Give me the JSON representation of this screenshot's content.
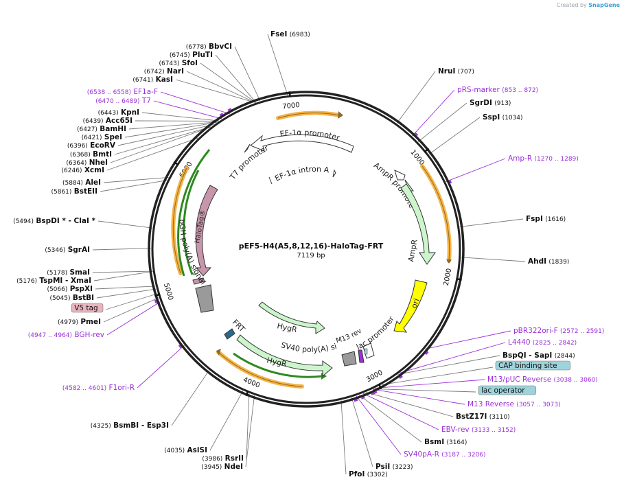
{
  "credit": {
    "prefix": "Created by",
    "brand": "SnapGene"
  },
  "plasmid": {
    "name": "pEF5-H4(A5,8,12,16)-HaloTag-FRT",
    "size_label": "7119 bp",
    "length": 7119
  },
  "colors": {
    "backbone": "#222222",
    "enzyme_leader": "#7a7a7a",
    "primer": "#9b30d9",
    "feature_outline": "#333333",
    "promoter_fill": "#ffffff",
    "amp_fill": "#ccf5cc",
    "ori_fill": "#ffff00",
    "halotag_fill": "#c896aa",
    "orf_highlight": "#f5a623",
    "orf_line": "#2d8a1e",
    "terminator_fill": "#9a9a9a",
    "misc_box": "#9ed3dc"
  },
  "ticks": [
    {
      "label": "1000"
    },
    {
      "label": "2000"
    },
    {
      "label": "3000"
    },
    {
      "label": "4000"
    },
    {
      "label": "5000"
    },
    {
      "label": "6000"
    },
    {
      "label": "7000"
    }
  ],
  "features": {
    "ef1a_promoter": "EF-1α promoter",
    "t7_promoter": "T7 promoter",
    "ef1a_intron": "EF-1α intron A",
    "ampr_promoter": "AmpR promoter",
    "ampr": "AmpR",
    "ori": "ori",
    "halotag": "HaloTag®",
    "bgh": "bGH poly(A) signal",
    "hygr_1": "HygR",
    "hygr_2": "HygR",
    "frt": "FRT",
    "sv40": "SV40 poly(A) signal",
    "m13rev": "M13 rev",
    "lac_promoter": "lac promoter"
  },
  "left_labels": [
    {
      "pos": "(6778)",
      "name": "BbvCI",
      "kind": "enzyme"
    },
    {
      "pos": "(6745)",
      "name": "PluTI",
      "kind": "enzyme"
    },
    {
      "pos": "(6743)",
      "name": "SfoI",
      "kind": "enzyme"
    },
    {
      "pos": "(6742)",
      "name": "NarI",
      "kind": "enzyme"
    },
    {
      "pos": "(6741)",
      "name": "KasI",
      "kind": "enzyme"
    },
    {
      "pos": "(6538 .. 6558)",
      "name": "EF1a-F",
      "kind": "primer"
    },
    {
      "pos": "(6470 .. 6489)",
      "name": "T7",
      "kind": "primer"
    },
    {
      "pos": "(6443)",
      "name": "KpnI",
      "kind": "enzyme"
    },
    {
      "pos": "(6439)",
      "name": "Acc65I",
      "kind": "enzyme"
    },
    {
      "pos": "(6427)",
      "name": "BamHI",
      "kind": "enzyme"
    },
    {
      "pos": "(6421)",
      "name": "SpeI",
      "kind": "enzyme"
    },
    {
      "pos": "(6396)",
      "name": "EcoRV",
      "kind": "enzyme"
    },
    {
      "pos": "(6368)",
      "name": "BmtI",
      "kind": "enzyme"
    },
    {
      "pos": "(6364)",
      "name": "NheI",
      "kind": "enzyme"
    },
    {
      "pos": "(6246)",
      "name": "XcmI",
      "kind": "enzyme"
    },
    {
      "pos": "(5884)",
      "name": "AleI",
      "kind": "enzyme"
    },
    {
      "pos": "(5861)",
      "name": "BstEII",
      "kind": "enzyme"
    },
    {
      "pos": "(5494)",
      "name": "BspDI *  - ClaI *",
      "kind": "enzyme"
    },
    {
      "pos": "(5346)",
      "name": "SgrAI",
      "kind": "enzyme"
    },
    {
      "pos": "(5178)",
      "name": "SmaI",
      "kind": "enzyme"
    },
    {
      "pos": "(5176)",
      "name": "TspMI   - XmaI",
      "kind": "enzyme"
    },
    {
      "pos": "(5066)",
      "name": "PspXI",
      "kind": "enzyme"
    },
    {
      "pos": "(5045)",
      "name": "BstBI",
      "kind": "enzyme"
    },
    {
      "pos": "",
      "name": "V5 tag",
      "kind": "box"
    },
    {
      "pos": "(4979)",
      "name": "PmeI",
      "kind": "enzyme"
    },
    {
      "pos": "(4947 .. 4964)",
      "name": "BGH-rev",
      "kind": "primer"
    },
    {
      "pos": "(4582 .. 4601)",
      "name": "F1ori-R",
      "kind": "primer"
    },
    {
      "pos": "(4325)",
      "name": "BsmBI   - Esp3I",
      "kind": "enzyme"
    },
    {
      "pos": "(4035)",
      "name": "AsiSI",
      "kind": "enzyme"
    },
    {
      "pos": "(3986)",
      "name": "RsrII",
      "kind": "enzyme"
    },
    {
      "pos": "(3945)",
      "name": "NdeI",
      "kind": "enzyme"
    }
  ],
  "right_labels": [
    {
      "pos": "(6983)",
      "name": "FseI",
      "kind": "enzyme"
    },
    {
      "pos": "(707)",
      "name": "NruI",
      "kind": "enzyme"
    },
    {
      "pos": "(853 .. 872)",
      "name": "pRS-marker",
      "kind": "primer"
    },
    {
      "pos": "(913)",
      "name": "SgrDI",
      "kind": "enzyme"
    },
    {
      "pos": "(1034)",
      "name": "SspI",
      "kind": "enzyme"
    },
    {
      "pos": "(1270 .. 1289)",
      "name": "Amp-R",
      "kind": "primer"
    },
    {
      "pos": "(1616)",
      "name": "FspI",
      "kind": "enzyme"
    },
    {
      "pos": "(1839)",
      "name": "AhdI",
      "kind": "enzyme"
    },
    {
      "pos": "(2572 .. 2591)",
      "name": "pBR322ori-F",
      "kind": "primer"
    },
    {
      "pos": "(2825 .. 2842)",
      "name": "L4440",
      "kind": "primer"
    },
    {
      "pos": "(2844)",
      "name": "BspQI   - SapI",
      "kind": "enzyme"
    },
    {
      "pos": "",
      "name": "CAP binding site",
      "kind": "box"
    },
    {
      "pos": "(3038 .. 3060)",
      "name": "M13/pUC Reverse",
      "kind": "primer"
    },
    {
      "pos": "",
      "name": "lac operator",
      "kind": "box"
    },
    {
      "pos": "(3057 .. 3073)",
      "name": "M13 Reverse",
      "kind": "primer"
    },
    {
      "pos": "(3110)",
      "name": "BstZ17I",
      "kind": "enzyme"
    },
    {
      "pos": "(3133 .. 3152)",
      "name": "EBV-rev",
      "kind": "primer"
    },
    {
      "pos": "(3164)",
      "name": "BsmI",
      "kind": "enzyme"
    },
    {
      "pos": "(3187 .. 3206)",
      "name": "SV40pA-R",
      "kind": "primer"
    },
    {
      "pos": "(3223)",
      "name": "PsiI",
      "kind": "enzyme"
    },
    {
      "pos": "(3302)",
      "name": "PfoI",
      "kind": "enzyme"
    }
  ]
}
